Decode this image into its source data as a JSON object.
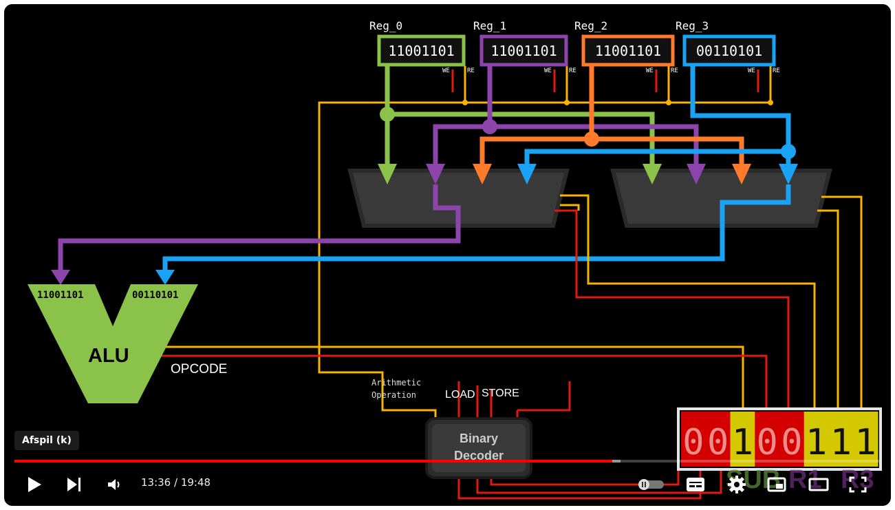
{
  "registers": [
    {
      "name": "Reg_0",
      "value": "11001101",
      "color": "#8bc34a"
    },
    {
      "name": "Reg_1",
      "value": "11001101",
      "color": "#8e44ad"
    },
    {
      "name": "Reg_2",
      "value": "11001101",
      "color": "#ff7a2b"
    },
    {
      "name": "Reg_3",
      "value": "00110101",
      "color": "#1aa3f5"
    }
  ],
  "flags": {
    "we": "WE",
    "re": "RE"
  },
  "alu": {
    "label": "ALU",
    "input_a": "11001101",
    "input_b": "00110101",
    "opcode_label": "OPCODE",
    "color": "#8bc34a"
  },
  "decoder": {
    "line1": "Binary",
    "line2": "Decoder"
  },
  "signals": {
    "arith_line1": "Arithmetic",
    "arith_line2": "Operation",
    "load": "LOAD",
    "store": "STORE"
  },
  "instruction": {
    "bits": [
      "0",
      "0",
      "1",
      "0",
      "0",
      "1",
      "1",
      "1"
    ],
    "bit_colors": [
      "#d40000",
      "#d40000",
      "#d4c800",
      "#d40000",
      "#d40000",
      "#d4c800",
      "#d4c800",
      "#d4c800"
    ],
    "overlay": [
      "SUB",
      "R1",
      "R3"
    ]
  },
  "player": {
    "tooltip": "Afspil (k)",
    "current_time": "13:36",
    "duration": "19:48",
    "time_separator": " / ",
    "progress": 0.69,
    "buffered": 0.7
  },
  "colors": {
    "wire_yellow": "#f7b500",
    "wire_red": "#e01b0e"
  }
}
